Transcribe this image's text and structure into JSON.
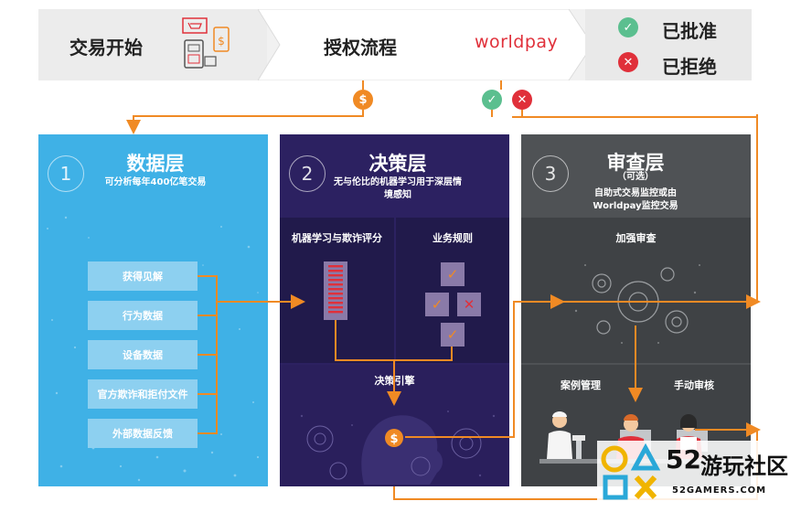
{
  "banner": {
    "start_label": "交易开始",
    "auth_label": "授权流程",
    "brand": "worldpay",
    "approved_label": "已批准",
    "declined_label": "已拒绝"
  },
  "colors": {
    "orange": "#f08a24",
    "green": "#5bbf8f",
    "red": "#e0303a",
    "data_blue": "#3fb1e6",
    "decision_purple": "#2c2161",
    "review_gray": "#4f5255"
  },
  "data_layer": {
    "number": "1",
    "title": "数据层",
    "subtitle": "可分析每年400亿笔交易",
    "items": [
      "获得见解",
      "行为数据",
      "设备数据",
      "官方欺诈和拒付文件",
      "外部数据反馈"
    ]
  },
  "decision_layer": {
    "number": "2",
    "title": "决策层",
    "subtitle": "无与伦比的机器学习用于深层情境感知",
    "ml_label": "机器学习与欺诈评分",
    "rules_label": "业务规则",
    "engine_label": "决策引擎"
  },
  "review_layer": {
    "number": "3",
    "title": "审查层",
    "optional": "（可选）",
    "subtitle": "自助式交易监控或由Worldpay监控交易",
    "enhanced_label": "加强审查",
    "case_label": "案例管理",
    "manual_label": "手动审核"
  },
  "watermark": {
    "number": "52",
    "text": "游玩社区",
    "url": "52GAMERS.COM"
  }
}
